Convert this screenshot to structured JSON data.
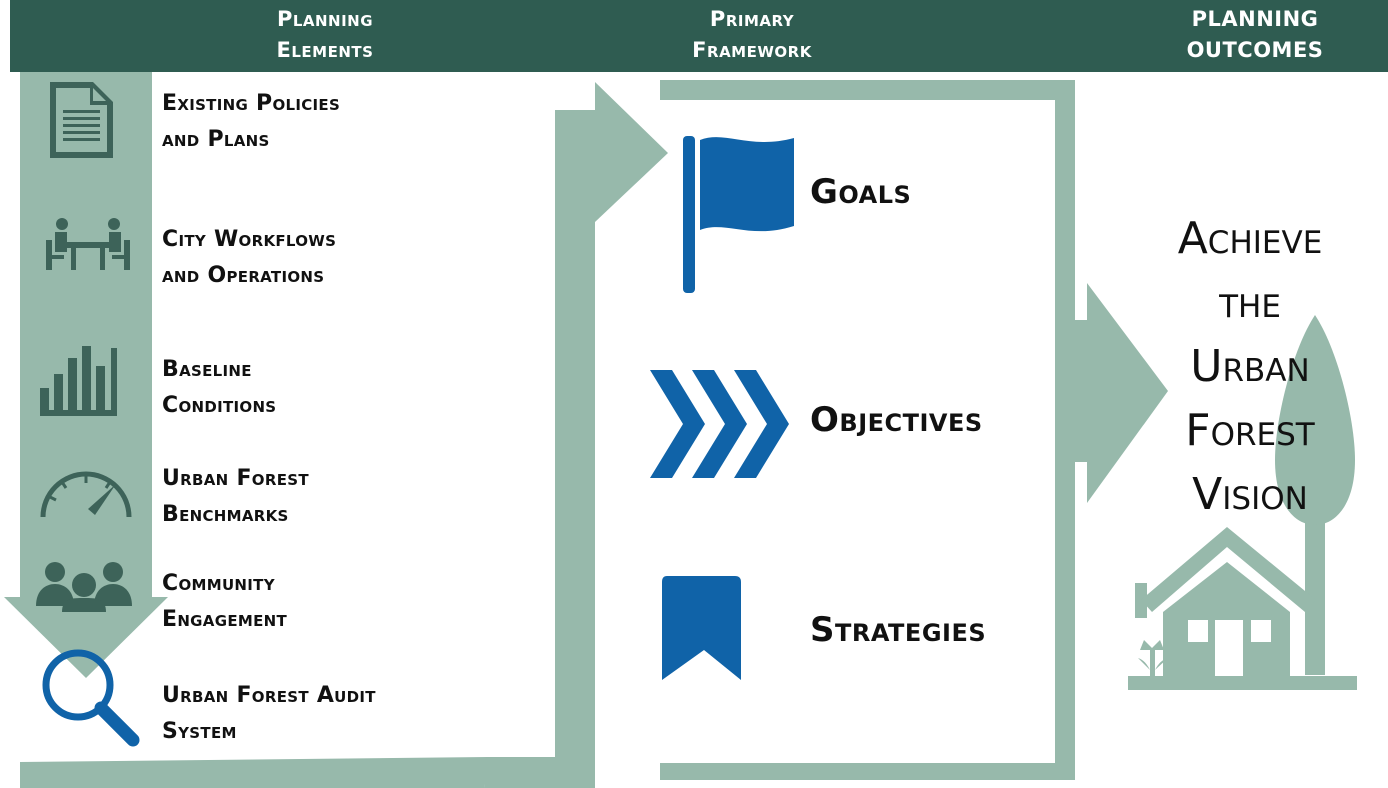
{
  "headers": {
    "planning_elements": "Planning\nElements",
    "primary_framework": "Primary\nFramework",
    "planning_outcomes": "PLANNING\nOUTCOMES"
  },
  "planning_elements": [
    {
      "icon": "document-icon",
      "line1": "Existing Policies",
      "line2": "and Plans"
    },
    {
      "icon": "meeting-table-icon",
      "line1": "City Workflows",
      "line2": "and Operations"
    },
    {
      "icon": "bar-chart-icon",
      "line1": "Baseline",
      "line2": "Conditions"
    },
    {
      "icon": "speedometer-icon",
      "line1": "Urban Forest",
      "line2": "Benchmarks"
    },
    {
      "icon": "people-icon",
      "line1": "Community",
      "line2": "Engagement"
    },
    {
      "icon": "magnifier-icon",
      "line1": "Urban Forest Audit",
      "line2": "System"
    }
  ],
  "framework": [
    {
      "icon": "flag-icon",
      "label": "Goals"
    },
    {
      "icon": "chevrons-icon",
      "label": "Objectives"
    },
    {
      "icon": "bookmark-icon",
      "label": "Strategies"
    }
  ],
  "outcome": {
    "lines": [
      "Achieve",
      "the",
      "Urban",
      "Forest",
      "Vision"
    ],
    "icon": "house-tree-icon"
  },
  "colors": {
    "header_bg": "#2f5c51",
    "sage": "#97b9ab",
    "dark_green": "#3d6359",
    "blue": "#1063a8"
  }
}
